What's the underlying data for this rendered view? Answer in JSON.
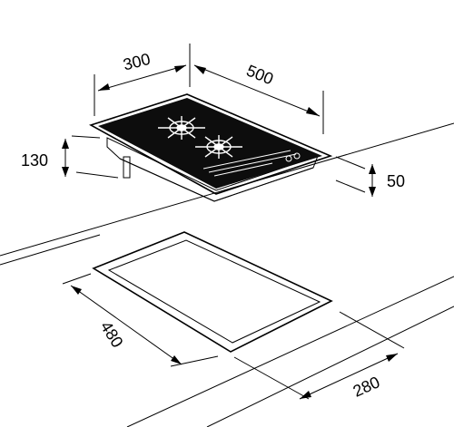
{
  "diagram": {
    "dimensions": {
      "top_depth": "300",
      "top_width": "500",
      "total_height": "130",
      "above_counter_height": "50",
      "cutout_width": "480",
      "cutout_depth": "280"
    },
    "colors": {
      "line": "#000000",
      "glass_top": "#0d0d0d",
      "background": "#ffffff",
      "burner_marks": "#ffffff"
    }
  }
}
